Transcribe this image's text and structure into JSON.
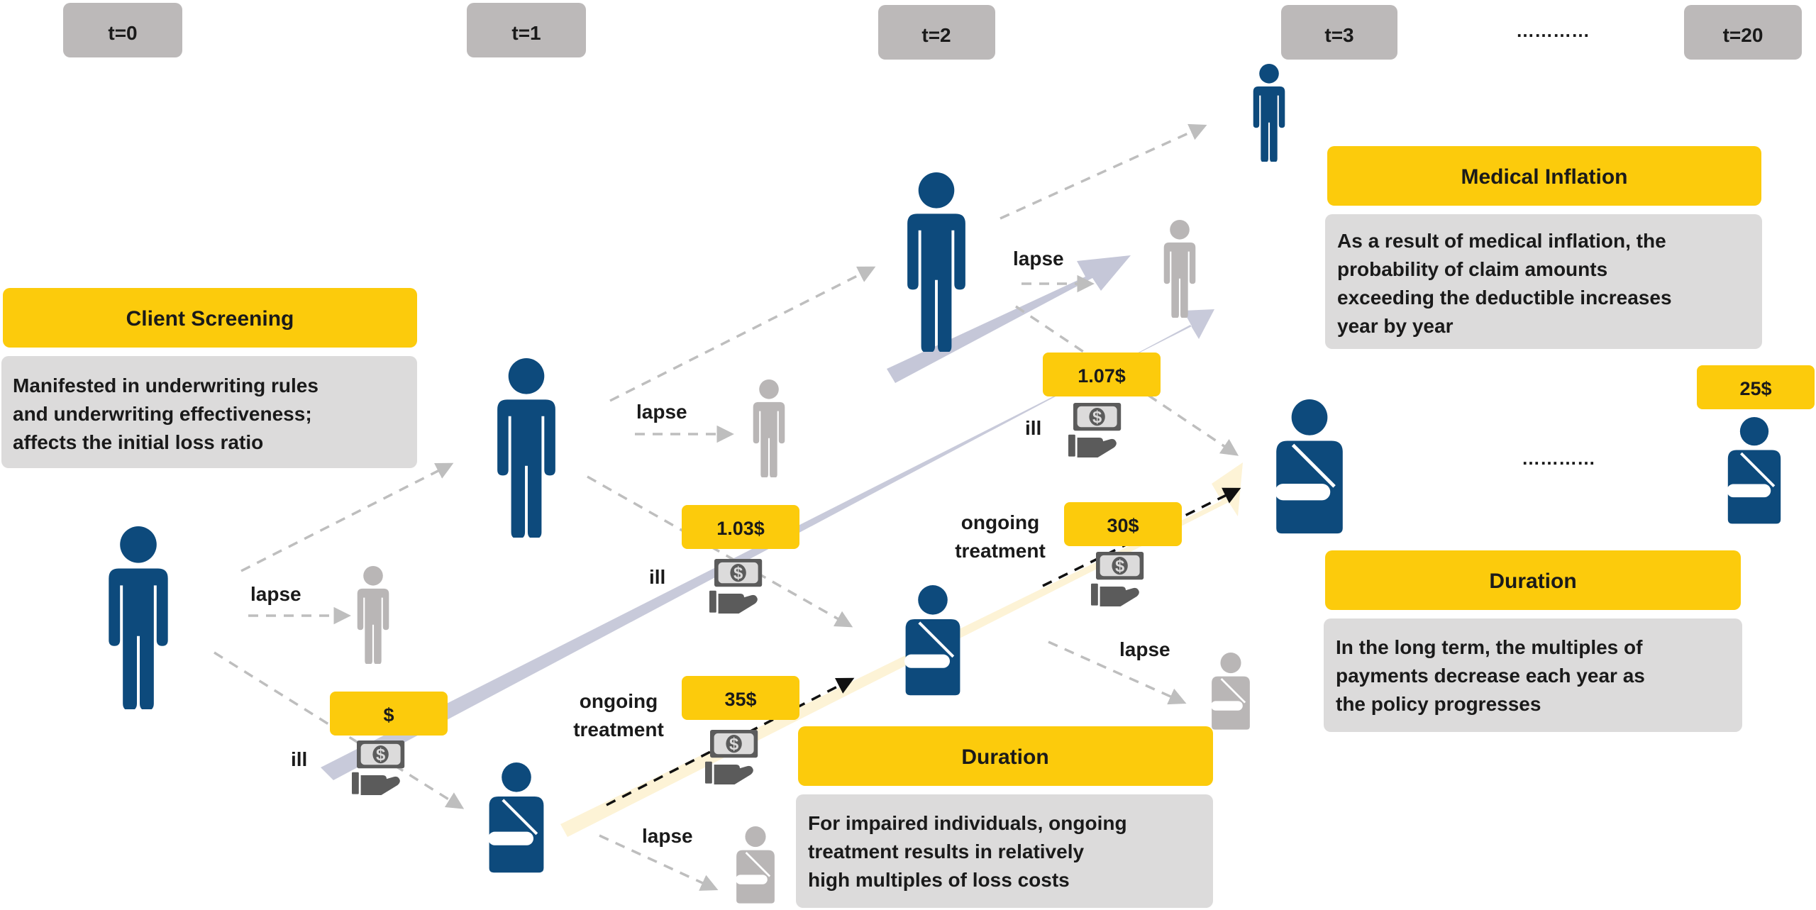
{
  "colors": {
    "navy": "#0d4a7c",
    "gray_person": "#b9b6b6",
    "yellow": "#fccb0c",
    "gray_box": "#dcdbdb",
    "time_box": "#bcb9b9",
    "dollar_icon": "#5b5b5b",
    "lavender_arrow": "#c5c7d8",
    "cream_arrow": "#fdf3d6",
    "dashed_gray": "#bebebe"
  },
  "timeline": {
    "steps": [
      "t=0",
      "t=1",
      "t=2",
      "t=3",
      "t=20"
    ],
    "ellipsis": "…………"
  },
  "branch_labels": {
    "lapse": "lapse",
    "ill": "ill",
    "ongoing_line1": "ongoing",
    "ongoing_line2": "treatment",
    "ellipsis": "…………"
  },
  "amounts": {
    "t0_ill": "$",
    "t1_ill": "1.03$",
    "t2_ill": "1.07$",
    "t1_ongoing": "35$",
    "t2_ongoing": "30$",
    "t20": "25$"
  },
  "callouts": {
    "client_screening": {
      "title": "Client Screening",
      "lines": [
        "Manifested in underwriting rules",
        "and underwriting effectiveness;",
        "affects the initial loss ratio"
      ]
    },
    "medical_inflation": {
      "title": "Medical Inflation",
      "lines": [
        "As a result of medical inflation, the",
        "probability of claim amounts",
        "exceeding the deductible increases",
        "year by year"
      ]
    },
    "duration_long_term": {
      "title": "Duration",
      "lines": [
        "In the long term, the multiples of",
        "payments decrease each year as",
        "the policy progresses"
      ]
    },
    "duration_impaired": {
      "title": "Duration",
      "lines": [
        "For impaired individuals, ongoing",
        "treatment results in relatively",
        "high multiples of loss costs"
      ]
    }
  }
}
